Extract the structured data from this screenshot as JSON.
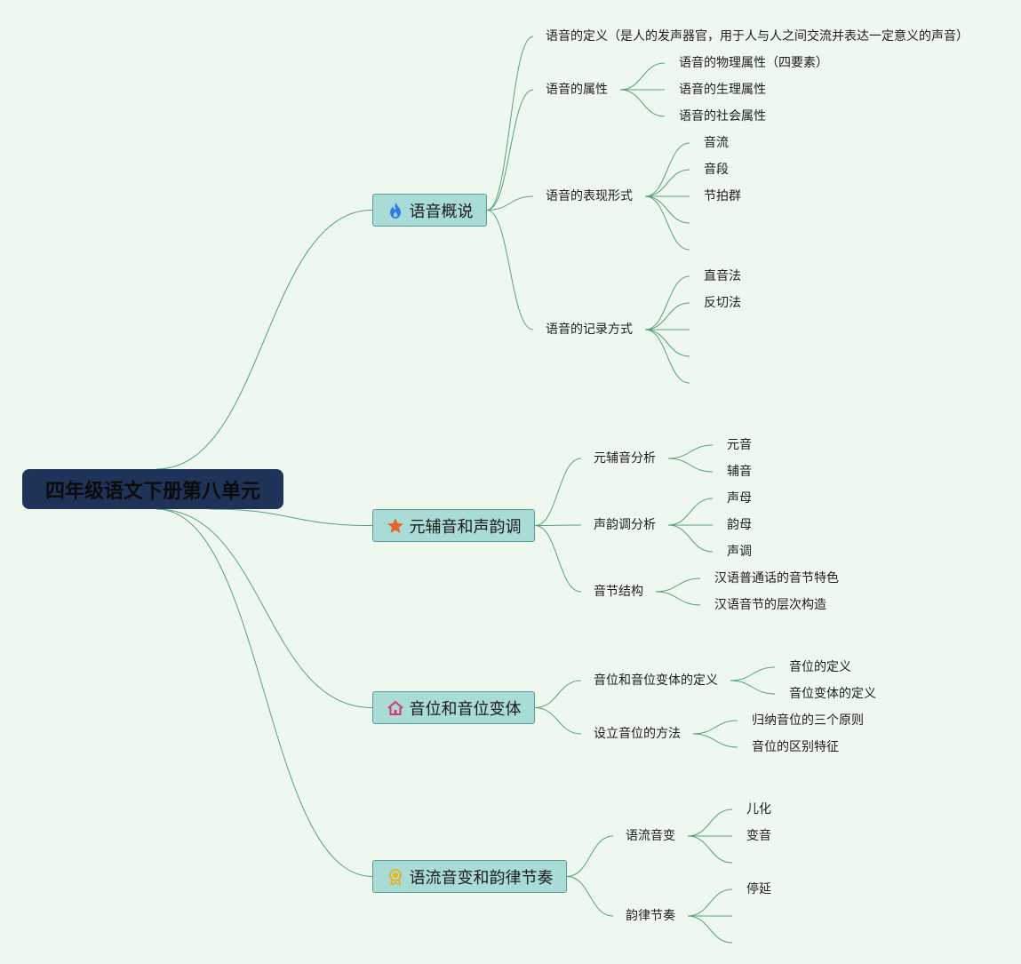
{
  "root": {
    "label": "四年级语文下册第八单元"
  },
  "branches": [
    {
      "label": "语音概说",
      "icon": "fire-icon",
      "children": [
        {
          "label": "语音的定义（是人的发声器官，用于人与人之间交流并表达一定意义的声音）",
          "children": []
        },
        {
          "label": "语音的属性",
          "children": [
            {
              "label": "语音的物理属性（四要素）"
            },
            {
              "label": "语音的生理属性"
            },
            {
              "label": "语音的社会属性"
            }
          ]
        },
        {
          "label": "语音的表现形式",
          "children": [
            {
              "label": "音流"
            },
            {
              "label": "音段"
            },
            {
              "label": "节拍群"
            },
            {
              "label": ""
            },
            {
              "label": ""
            }
          ]
        },
        {
          "label": "语音的记录方式",
          "children": [
            {
              "label": "直音法"
            },
            {
              "label": "反切法"
            },
            {
              "label": ""
            },
            {
              "label": ""
            },
            {
              "label": ""
            }
          ]
        }
      ]
    },
    {
      "label": "元辅音和声韵调",
      "icon": "star-icon",
      "children": [
        {
          "label": "元辅音分析",
          "children": [
            {
              "label": "元音"
            },
            {
              "label": "辅音"
            }
          ]
        },
        {
          "label": "声韵调分析",
          "children": [
            {
              "label": "声母"
            },
            {
              "label": "韵母"
            },
            {
              "label": "声调"
            }
          ]
        },
        {
          "label": "音节结构",
          "children": [
            {
              "label": "汉语普通话的音节特色"
            },
            {
              "label": "汉语音节的层次构造"
            }
          ]
        }
      ]
    },
    {
      "label": "音位和音位变体",
      "icon": "home-icon",
      "children": [
        {
          "label": "音位和音位变体的定义",
          "children": [
            {
              "label": "音位的定义"
            },
            {
              "label": "音位变体的定义"
            }
          ]
        },
        {
          "label": "设立音位的方法",
          "children": [
            {
              "label": "归纳音位的三个原则"
            },
            {
              "label": "音位的区别特征"
            }
          ]
        }
      ]
    },
    {
      "label": "语流音变和韵律节奏",
      "icon": "award-icon",
      "children": [
        {
          "label": "语流音变",
          "children": [
            {
              "label": "儿化"
            },
            {
              "label": "变音"
            },
            {
              "label": ""
            }
          ]
        },
        {
          "label": "韵律节奏",
          "children": [
            {
              "label": "停延"
            },
            {
              "label": ""
            },
            {
              "label": ""
            }
          ]
        }
      ]
    }
  ],
  "colors": {
    "background": "#eef8ef",
    "root_fill": "#1e3357",
    "branch_fill": "#a9dcd7",
    "branch_border": "#5b9c96",
    "link": "#5aa07e",
    "fire": "#2c7be5",
    "star": "#e8622c",
    "home": "#d63a6a",
    "award": "#e0b52a"
  }
}
